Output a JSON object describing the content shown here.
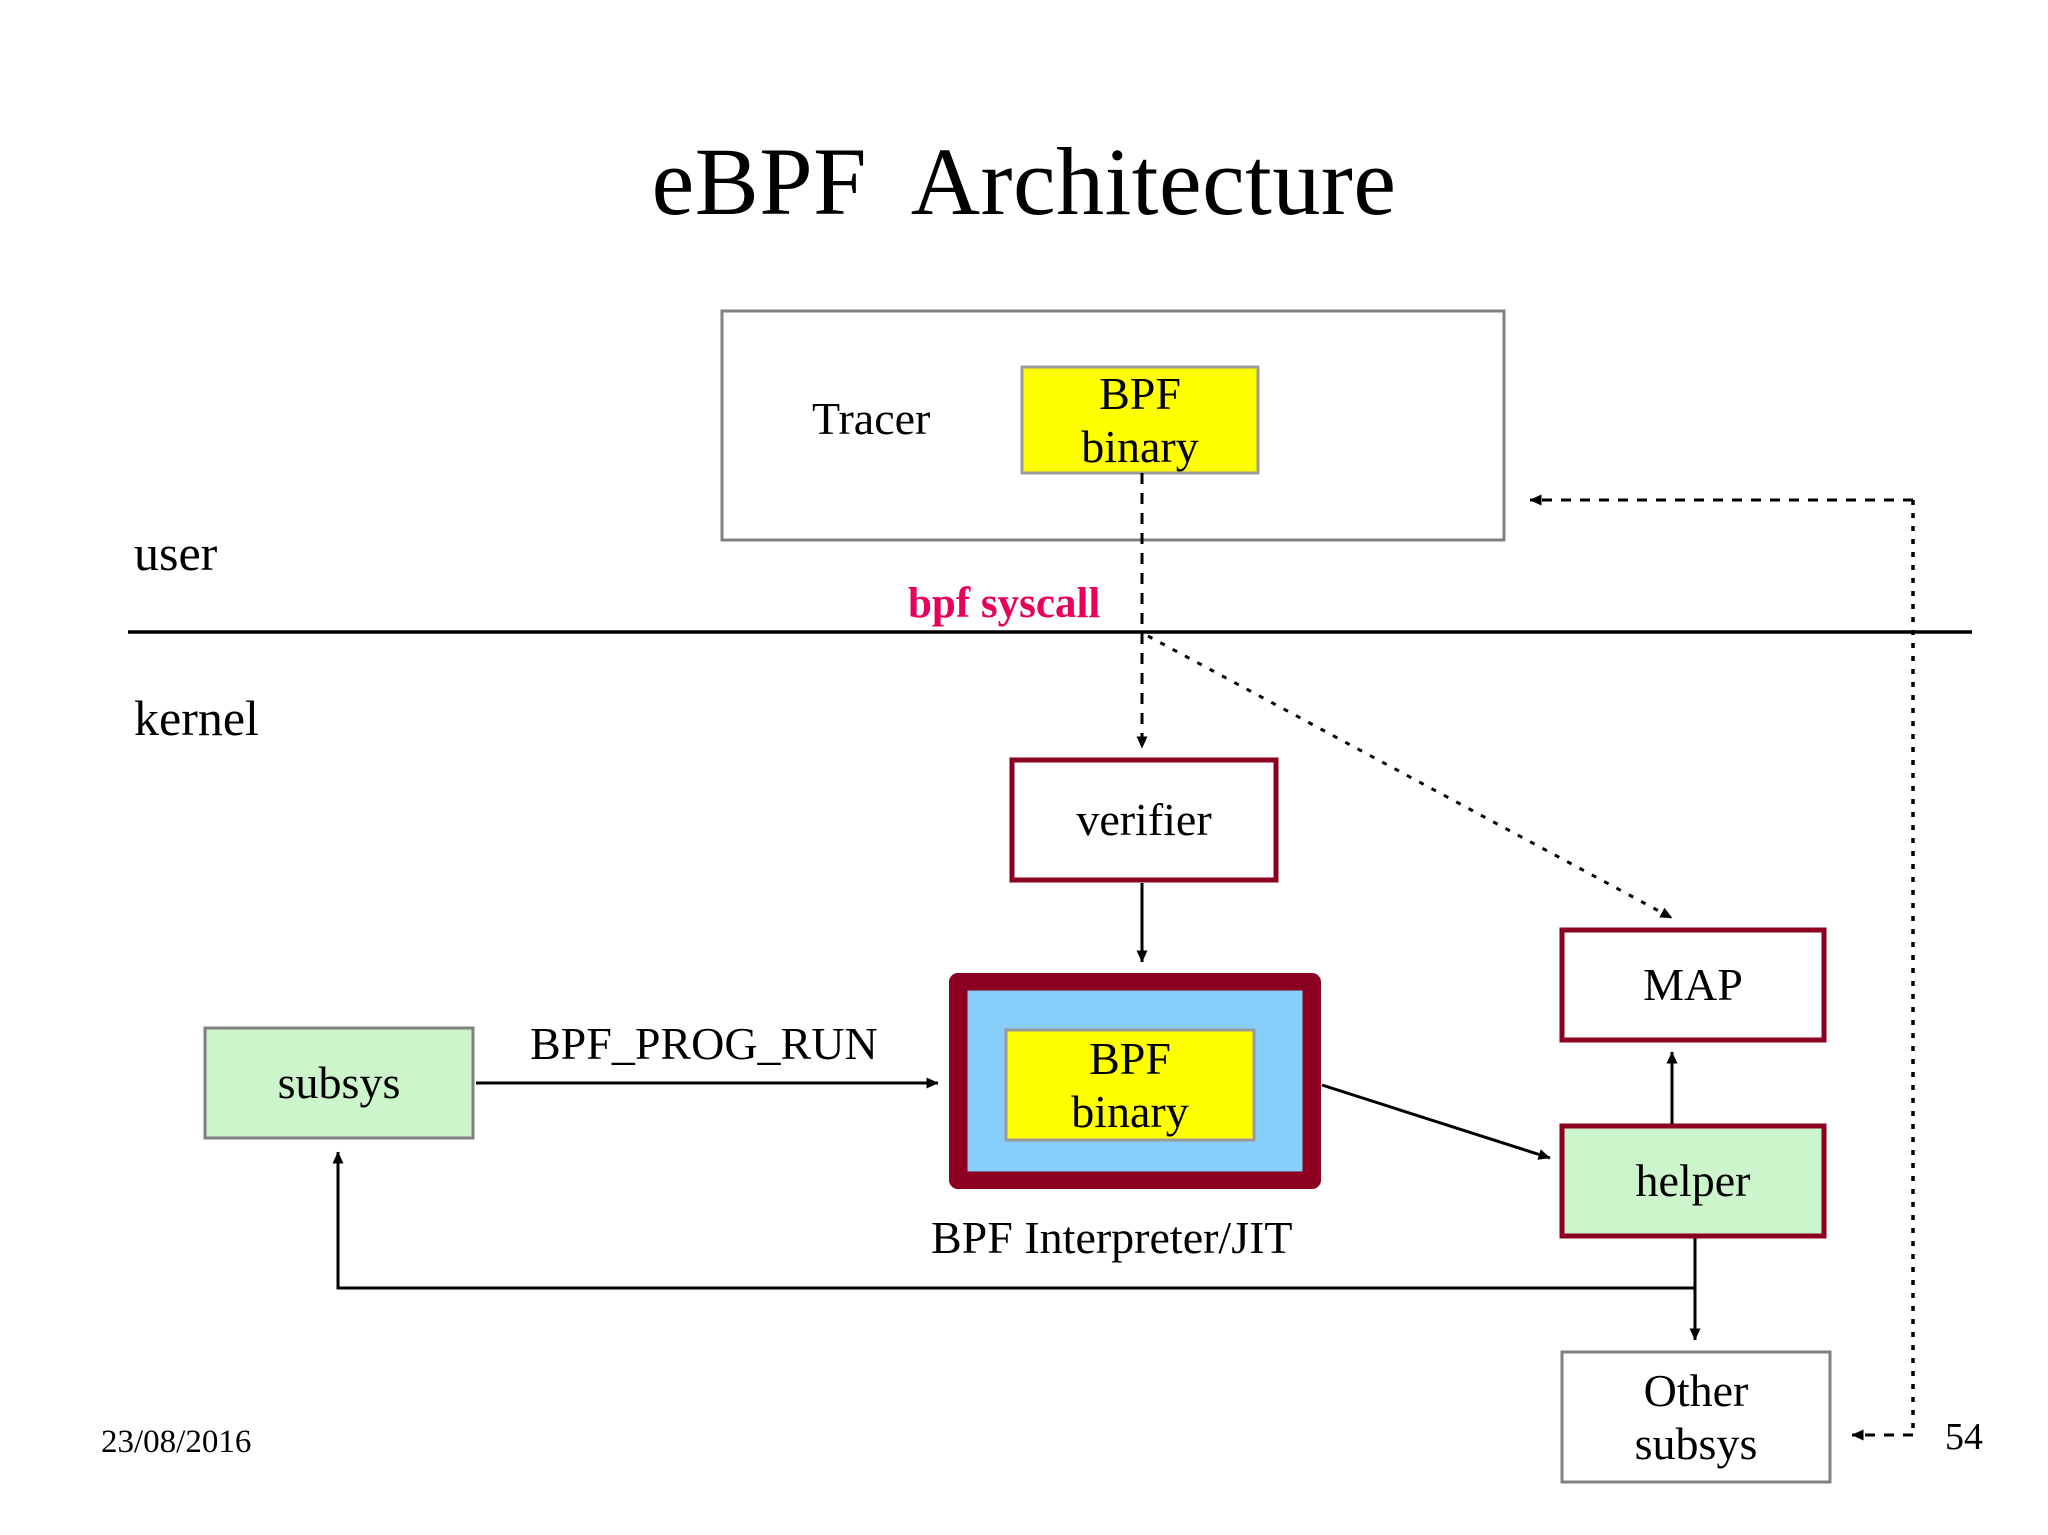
{
  "slide": {
    "title": "eBPF  Architecture",
    "date": "23/08/2016",
    "page_number": "54"
  },
  "labels": {
    "user": "user",
    "kernel": "kernel",
    "bpf_syscall": "bpf syscall",
    "tracer": "Tracer",
    "bpf_prog_run": "BPF_PROG_RUN",
    "bpf_interpreter_jit": "BPF Interpreter/JIT"
  },
  "boxes": {
    "tracer_container": {
      "label": "Tracer",
      "fill": "#FFFFFF",
      "border": "#808080"
    },
    "bpf_binary_user": {
      "label": "BPF\nbinary",
      "fill": "#FFFF00",
      "border": "#808080"
    },
    "verifier": {
      "label": "verifier",
      "fill": "#FFFFFF",
      "border": "#8B0020"
    },
    "interpreter": {
      "label": "",
      "fill": "#87CEFA",
      "border": "#8B0020"
    },
    "bpf_binary_kernel": {
      "label": "BPF\nbinary",
      "fill": "#FFFF00",
      "border": "#808080"
    },
    "subsys": {
      "label": "subsys",
      "fill": "#CCF5CC",
      "border": "#808080"
    },
    "map": {
      "label": "MAP",
      "fill": "#FFFFFF",
      "border": "#8B0020"
    },
    "helper": {
      "label": "helper",
      "fill": "#CCF5CC",
      "border": "#8B0020"
    },
    "other_subsys": {
      "label": "Other\nsubsys",
      "fill": "#FFFFFF",
      "border": "#808080"
    }
  },
  "colors": {
    "accent_pink": "#E8005A",
    "maroon": "#8B0020",
    "yellow": "#FFFF00",
    "blue": "#87CEFA",
    "green": "#CCF5CC",
    "gray_border": "#808080"
  },
  "connections": [
    {
      "name": "bpf-binary-to-verifier",
      "style": "dashed",
      "from": "bpf_binary_user",
      "to": "verifier"
    },
    {
      "name": "syscall-to-map",
      "style": "dotted",
      "from": "bpf syscall",
      "to": "map"
    },
    {
      "name": "map-to-tracer",
      "style": "dashed",
      "from": "map-bus",
      "to": "tracer_container"
    },
    {
      "name": "verifier-to-interpreter",
      "style": "solid",
      "from": "verifier",
      "to": "interpreter"
    },
    {
      "name": "subsys-to-interpreter",
      "style": "solid",
      "from": "subsys",
      "to": "interpreter",
      "label": "BPF_PROG_RUN"
    },
    {
      "name": "interpreter-to-helper",
      "style": "solid",
      "from": "interpreter",
      "to": "helper"
    },
    {
      "name": "helper-to-map",
      "style": "solid",
      "from": "helper",
      "to": "map"
    },
    {
      "name": "helper-to-other-subsys",
      "style": "solid",
      "from": "helper",
      "to": "other_subsys"
    },
    {
      "name": "helper-to-subsys-feedback",
      "style": "solid",
      "from": "helper",
      "to": "subsys"
    },
    {
      "name": "other-subsys-to-bus",
      "style": "dashed",
      "from": "bus",
      "to": "other_subsys"
    }
  ]
}
